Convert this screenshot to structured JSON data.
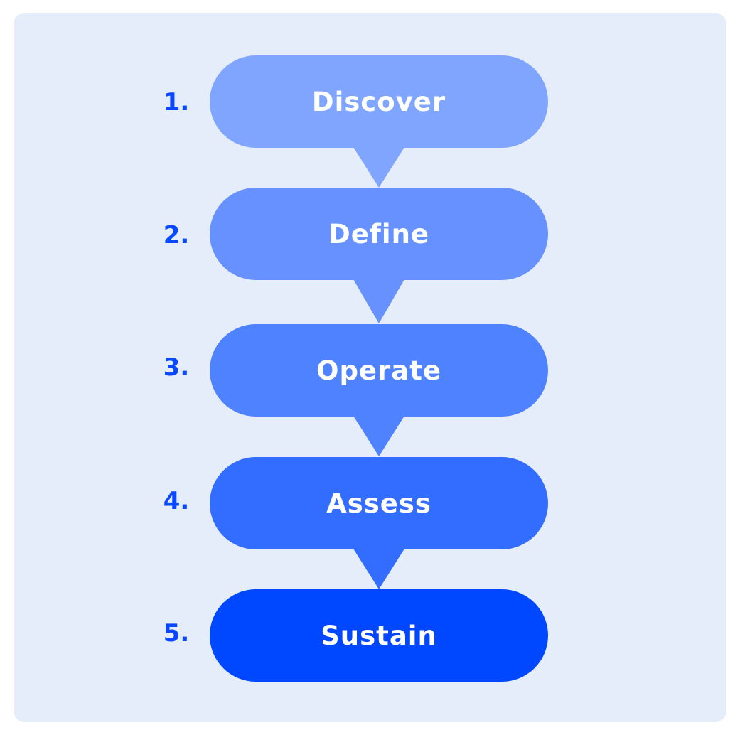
{
  "steps": [
    {
      "number": "1.",
      "label": "Discover",
      "color": "#80a5ff"
    },
    {
      "number": "2.",
      "label": "Define",
      "color": "#6691ff"
    },
    {
      "number": "3.",
      "label": "Operate",
      "color": "#4f82ff"
    },
    {
      "number": "4.",
      "label": "Assess",
      "color": "#336dff"
    },
    {
      "number": "5.",
      "label": "Sustain",
      "color": "#0048ff"
    }
  ],
  "colors": {
    "panel_background": "#e5edfb",
    "step_number": "#0a48ff",
    "label_text": "#ffffff"
  }
}
